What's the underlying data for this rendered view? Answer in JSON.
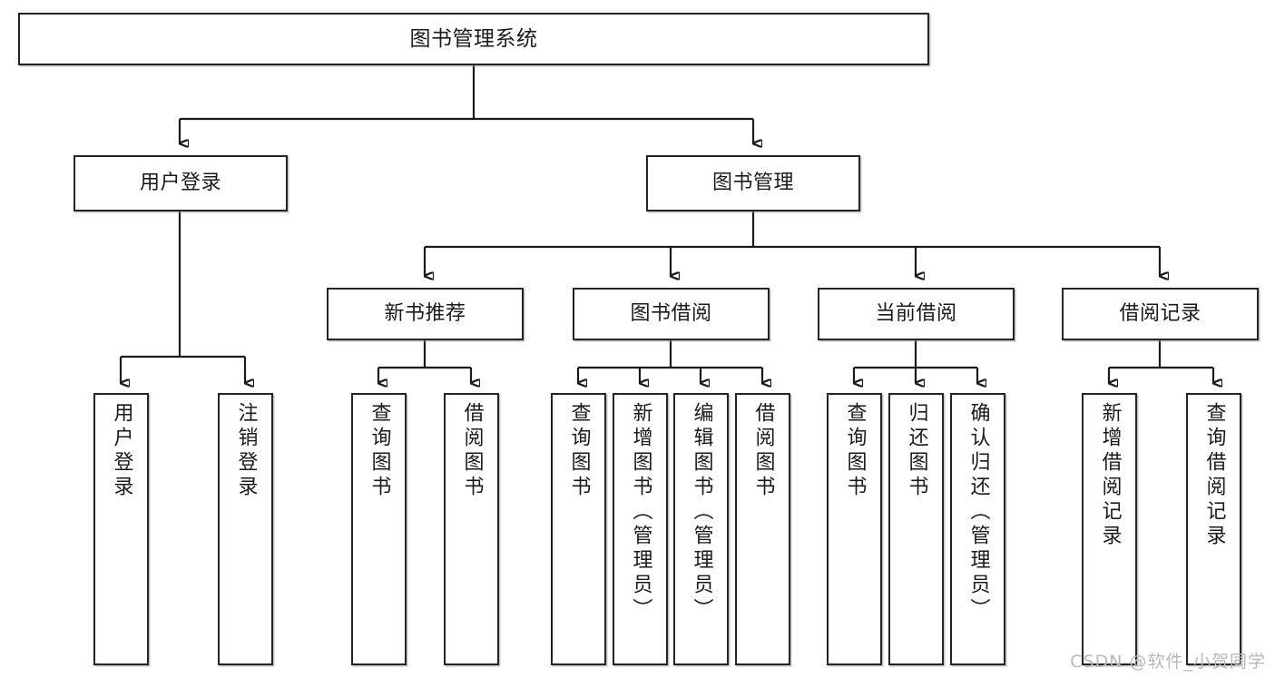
{
  "diagram": {
    "title": "图书管理系统",
    "type": "tree-hierarchy-chart",
    "watermark": "CSDN @软件_小贺同学",
    "colors": {
      "box_border": "#252525",
      "box_fill": "#ffffff",
      "connector": "#1a1a1a",
      "text": "#1b1b1b",
      "watermark": "#b9b9b9",
      "canvas": "#ffffff"
    }
  },
  "nodes": {
    "root": {
      "label": "图书管理系统"
    },
    "level2": [
      {
        "id": "user-login",
        "label": "用户登录"
      },
      {
        "id": "book-management",
        "label": "图书管理"
      }
    ],
    "level3": [
      {
        "id": "new-book-recommend",
        "label": "新书推荐"
      },
      {
        "id": "book-borrow",
        "label": "图书借阅"
      },
      {
        "id": "current-borrow",
        "label": "当前借阅"
      },
      {
        "id": "borrow-record",
        "label": "借阅记录"
      }
    ],
    "leaves": {
      "user_login": [
        {
          "id": "leaf-user-login",
          "label": "用户登录"
        },
        {
          "id": "leaf-user-logout",
          "label": "注销登录"
        }
      ],
      "new_book_recommend": [
        {
          "id": "leaf-query-book-1",
          "label": "查询图书"
        },
        {
          "id": "leaf-borrow-book-1",
          "label": "借阅图书"
        }
      ],
      "book_borrow": [
        {
          "id": "leaf-query-book-2",
          "label": "查询图书"
        },
        {
          "id": "leaf-add-book",
          "label": "新增图书（管理员）"
        },
        {
          "id": "leaf-edit-book",
          "label": "编辑图书（管理员）"
        },
        {
          "id": "leaf-borrow-book-2",
          "label": "借阅图书"
        }
      ],
      "current_borrow": [
        {
          "id": "leaf-query-book-3",
          "label": "查询图书"
        },
        {
          "id": "leaf-return-book",
          "label": "归还图书"
        },
        {
          "id": "leaf-confirm-return",
          "label": "确认归还（管理员）"
        }
      ],
      "borrow_record": [
        {
          "id": "leaf-add-record",
          "label": "新增借阅记录"
        },
        {
          "id": "leaf-query-record",
          "label": "查询借阅记录"
        }
      ]
    }
  }
}
